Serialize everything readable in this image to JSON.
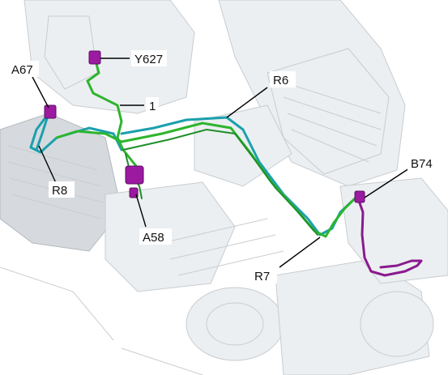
{
  "callouts": {
    "y627": "Y627",
    "a67": "A67",
    "one": "1",
    "r6": "R6",
    "r8": "R8",
    "a58": "A58",
    "b74": "B74",
    "r7": "R7"
  },
  "colors": {
    "harness_cyan": "#1ba0ad",
    "harness_green": "#2db52d",
    "harness_purple": "#8a1a8f",
    "connector": "#9b1aa0",
    "ghost_parts": "#eceff1"
  }
}
